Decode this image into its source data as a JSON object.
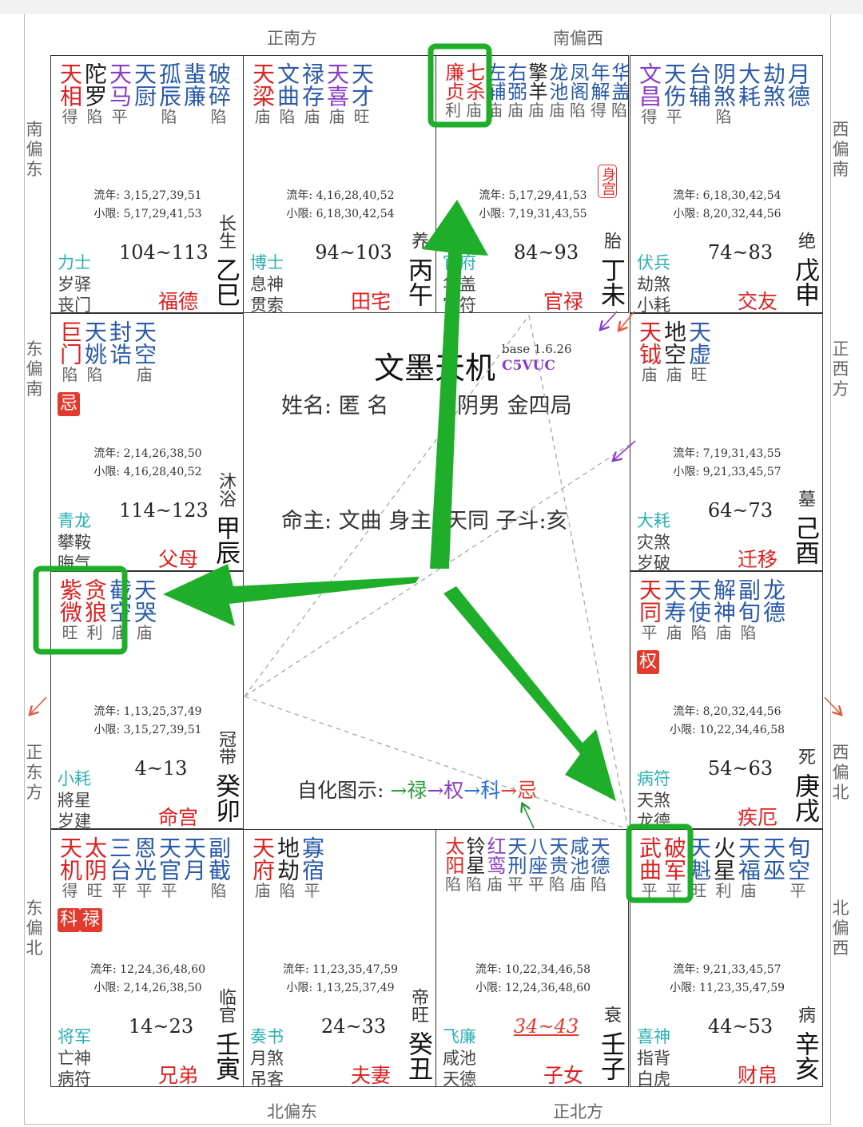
{
  "directions": {
    "top_left": "正南方",
    "top_right": "南偏西",
    "bottom_left": "北偏东",
    "bottom_right": "正北方",
    "left_1": "南偏东",
    "left_2": "东偏南",
    "left_3": "正东方",
    "left_4": "东偏北",
    "right_1": "西偏南",
    "right_2": "正西方",
    "right_3": "西偏北",
    "right_4": "北偏西"
  },
  "center": {
    "title": "文墨天机",
    "version": "base 1.6.26",
    "code": "C5VUC",
    "name_line": "姓名: 匿 名",
    "yinyang_line": "阴男 金四局",
    "ming_line": "命主: 文曲 身主: 天同 子斗:亥",
    "zihua_label": "自化图示:",
    "zihua_items": [
      {
        "label": "→禄",
        "color": "#2a9a3a"
      },
      {
        "label": "→权",
        "color": "#8a3cc8"
      },
      {
        "label": "→科",
        "color": "#2a6fd6"
      },
      {
        "label": "→忌",
        "color": "#e23b2e"
      }
    ]
  },
  "palaces": [
    {
      "id": "si",
      "stars": [
        [
          "天相",
          "得",
          "#d22"
        ],
        [
          "陀罗",
          "陷",
          "#222"
        ],
        [
          "天马",
          "平",
          "#8a3cc8"
        ],
        [
          "天厨",
          "",
          "#2a5aa8"
        ],
        [
          "孤辰",
          "陷",
          "#2a5aa8"
        ],
        [
          "蜚廉",
          "",
          "#2a5aa8"
        ],
        [
          "破碎",
          "陷",
          "#2a5aa8"
        ]
      ],
      "liunian": "流年: 3,15,27,39,51",
      "xiaoxian": "小限: 5,17,29,41,53",
      "boshi": "力士",
      "sm1": "岁驿",
      "sm2": "丧门",
      "range": "104~113",
      "changsheng": "长生",
      "ganzhi": "乙巳",
      "palace": "福德"
    },
    {
      "id": "wu",
      "stars": [
        [
          "天梁",
          "庙",
          "#d22"
        ],
        [
          "文曲",
          "陷",
          "#2a5aa8"
        ],
        [
          "禄存",
          "庙",
          "#2a5aa8"
        ],
        [
          "天喜",
          "庙",
          "#8a3cc8"
        ],
        [
          "天才",
          "旺",
          "#2a5aa8"
        ]
      ],
      "liunian": "流年: 4,16,28,40,52",
      "xiaoxian": "小限: 6,18,30,42,54",
      "boshi": "博士",
      "sm1": "息神",
      "sm2": "贯索",
      "range": "94~103",
      "changsheng": "养",
      "ganzhi": "丙午",
      "palace": "田宅"
    },
    {
      "id": "wei",
      "stars": [
        [
          "廉贞",
          "利",
          "#d22"
        ],
        [
          "七杀",
          "庙",
          "#d22"
        ],
        [
          "左辅",
          "庙",
          "#2a5aa8"
        ],
        [
          "右弼",
          "庙",
          "#2a5aa8"
        ],
        [
          "擎羊",
          "庙",
          "#222"
        ],
        [
          "龙池",
          "庙",
          "#2a5aa8"
        ],
        [
          "凤阁",
          "陷",
          "#2a5aa8"
        ],
        [
          "年解",
          "得",
          "#2a5aa8"
        ],
        [
          "华盖",
          "陷",
          "#2a5aa8"
        ]
      ],
      "liunian": "流年: 5,17,29,41,53",
      "xiaoxian": "小限: 7,19,31,43,55",
      "boshi": "官府",
      "sm1": "华盖",
      "sm2": "官符",
      "range": "84~93",
      "changsheng": "胎",
      "ganzhi": "丁未",
      "palace": "官禄",
      "shen": "身宫"
    },
    {
      "id": "shen",
      "stars": [
        [
          "文昌",
          "得",
          "#8a3cc8"
        ],
        [
          "天伤",
          "平",
          "#2a5aa8"
        ],
        [
          "台辅",
          "",
          "#2a5aa8"
        ],
        [
          "阴煞",
          "陷",
          "#2a5aa8"
        ],
        [
          "大耗",
          "",
          "#2a5aa8"
        ],
        [
          "劫煞",
          "",
          "#2a5aa8"
        ],
        [
          "月德",
          "",
          "#2a5aa8"
        ]
      ],
      "liunian": "流年: 6,18,30,42,54",
      "xiaoxian": "小限: 8,20,32,44,56",
      "boshi": "伏兵",
      "sm1": "劫煞",
      "sm2": "小耗",
      "range": "74~83",
      "changsheng": "绝",
      "ganzhi": "戊申",
      "palace": "交友"
    },
    {
      "id": "chen",
      "stars": [
        [
          "巨门",
          "陷",
          "#d22"
        ],
        [
          "天姚",
          "陷",
          "#2a5aa8"
        ],
        [
          "封诰",
          "",
          "#2a5aa8"
        ],
        [
          "天空",
          "庙",
          "#2a5aa8"
        ]
      ],
      "hua": [
        "忌"
      ],
      "liunian": "流年: 2,14,26,38,50",
      "xiaoxian": "小限: 4,16,28,40,52",
      "boshi": "青龙",
      "sm1": "攀鞍",
      "sm2": "晦气",
      "range": "114~123",
      "changsheng": "沐浴",
      "ganzhi": "甲辰",
      "palace": "父母"
    },
    {
      "id": "you",
      "stars": [
        [
          "天钺",
          "庙",
          "#d22"
        ],
        [
          "地空",
          "庙",
          "#222"
        ],
        [
          "天虚",
          "旺",
          "#2a5aa8"
        ]
      ],
      "liunian": "流年: 7,19,31,43,55",
      "xiaoxian": "小限: 9,21,33,45,57",
      "boshi": "大耗",
      "sm1": "灾煞",
      "sm2": "岁破",
      "range": "64~73",
      "changsheng": "墓",
      "ganzhi": "己酉",
      "palace": "迁移"
    },
    {
      "id": "mao",
      "stars": [
        [
          "紫微",
          "旺",
          "#d22"
        ],
        [
          "贪狼",
          "利",
          "#d22"
        ],
        [
          "截空",
          "庙",
          "#2a5aa8"
        ],
        [
          "天哭",
          "庙",
          "#2a5aa8"
        ]
      ],
      "liunian": "流年: 1,13,25,37,49",
      "xiaoxian": "小限: 3,15,27,39,51",
      "boshi": "小耗",
      "sm1": "將星",
      "sm2": "岁建",
      "range": "4~13",
      "changsheng": "冠带",
      "ganzhi": "癸卯",
      "palace": "命宫"
    },
    {
      "id": "xu",
      "stars": [
        [
          "天同",
          "平",
          "#d22"
        ],
        [
          "天寿",
          "庙",
          "#2a5aa8"
        ],
        [
          "天使",
          "陷",
          "#2a5aa8"
        ],
        [
          "解神",
          "庙",
          "#2a5aa8"
        ],
        [
          "副旬",
          "陷",
          "#2a5aa8"
        ],
        [
          "龙德",
          "",
          "#2a5aa8"
        ]
      ],
      "hua": [
        "权"
      ],
      "liunian": "流年: 8,20,32,44,56",
      "xiaoxian": "小限: 10,22,34,46,58",
      "boshi": "病符",
      "sm1": "天煞",
      "sm2": "龙德",
      "range": "54~63",
      "changsheng": "死",
      "ganzhi": "庚戌",
      "palace": "疾厄"
    },
    {
      "id": "yin",
      "stars": [
        [
          "天机",
          "得",
          "#d22"
        ],
        [
          "太阴",
          "旺",
          "#d22"
        ],
        [
          "三台",
          "平",
          "#2a5aa8"
        ],
        [
          "恩光",
          "平",
          "#2a5aa8"
        ],
        [
          "天官",
          "平",
          "#2a5aa8"
        ],
        [
          "天月",
          "",
          "#2a5aa8"
        ],
        [
          "副截",
          "陷",
          "#2a5aa8"
        ]
      ],
      "hua": [
        "科",
        "禄"
      ],
      "liunian": "流年: 12,24,36,48,60",
      "xiaoxian": "小限: 2,14,26,38,50",
      "boshi": "将军",
      "sm1": "亡神",
      "sm2": "病符",
      "range": "14~23",
      "changsheng": "临官",
      "ganzhi": "壬寅",
      "palace": "兄弟"
    },
    {
      "id": "chou",
      "stars": [
        [
          "天府",
          "庙",
          "#d22"
        ],
        [
          "地劫",
          "陷",
          "#222"
        ],
        [
          "寡宿",
          "平",
          "#2a5aa8"
        ]
      ],
      "liunian": "流年: 11,23,35,47,59",
      "xiaoxian": "小限: 1,13,25,37,49",
      "boshi": "奏书",
      "sm1": "月煞",
      "sm2": "吊客",
      "range": "24~33",
      "changsheng": "帝旺",
      "ganzhi": "癸丑",
      "palace": "夫妻"
    },
    {
      "id": "zi",
      "stars": [
        [
          "太阳",
          "陷",
          "#d22"
        ],
        [
          "铃星",
          "陷",
          "#222"
        ],
        [
          "红鸾",
          "庙",
          "#8a3cc8"
        ],
        [
          "天刑",
          "平",
          "#2a5aa8"
        ],
        [
          "八座",
          "平",
          "#2a5aa8"
        ],
        [
          "天贵",
          "陷",
          "#2a5aa8"
        ],
        [
          "咸池",
          "庙",
          "#2a5aa8"
        ],
        [
          "天德",
          "陷",
          "#2a5aa8"
        ]
      ],
      "liunian": "流年: 10,22,34,46,58",
      "xiaoxian": "小限: 12,24,36,48,60",
      "boshi": "飞廉",
      "sm1": "咸池",
      "sm2": "天德",
      "range": "34~43",
      "range_current": true,
      "changsheng": "衰",
      "ganzhi": "壬子",
      "palace": "子女"
    },
    {
      "id": "hai",
      "stars": [
        [
          "武曲",
          "平",
          "#d22"
        ],
        [
          "破军",
          "平",
          "#d22"
        ],
        [
          "天魁",
          "旺",
          "#2a5aa8"
        ],
        [
          "火星",
          "利",
          "#222"
        ],
        [
          "天福",
          "庙",
          "#2a5aa8"
        ],
        [
          "天巫",
          "",
          "#2a5aa8"
        ],
        [
          "旬空",
          "平",
          "#2a5aa8"
        ]
      ],
      "liunian": "流年: 9,21,33,45,57",
      "xiaoxian": "小限: 11,23,35,47,59",
      "boshi": "喜神",
      "sm1": "指背",
      "sm2": "白虎",
      "range": "44~53",
      "changsheng": "病",
      "ganzhi": "辛亥",
      "palace": "财帛"
    }
  ]
}
